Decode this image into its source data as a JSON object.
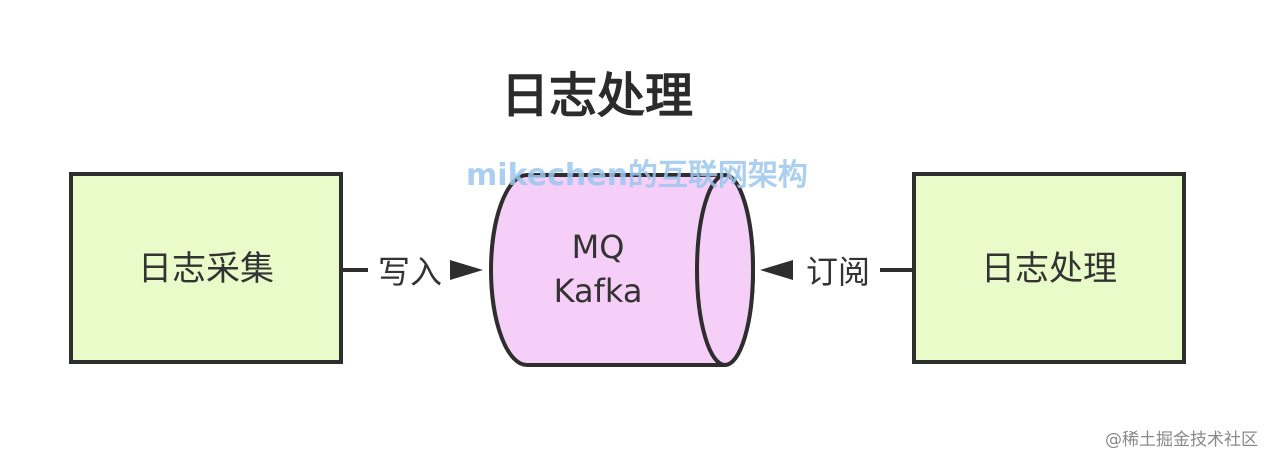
{
  "diagram": {
    "title": "日志处理",
    "watermark": "mikechen的互联网架构",
    "corner_watermark": "@稀土掘金技术社区",
    "nodes": {
      "collect": {
        "label": "日志采集"
      },
      "mq": {
        "line1": "MQ",
        "line2": "Kafka"
      },
      "process": {
        "label": "日志处理"
      }
    },
    "edges": {
      "write": {
        "label": "写入"
      },
      "subscribe": {
        "label": "订阅"
      }
    },
    "colors": {
      "box_fill": "#e8fbc9",
      "mq_fill": "#f5cff8",
      "stroke": "#2e2e2e",
      "watermark": "#9cc7ef"
    }
  }
}
